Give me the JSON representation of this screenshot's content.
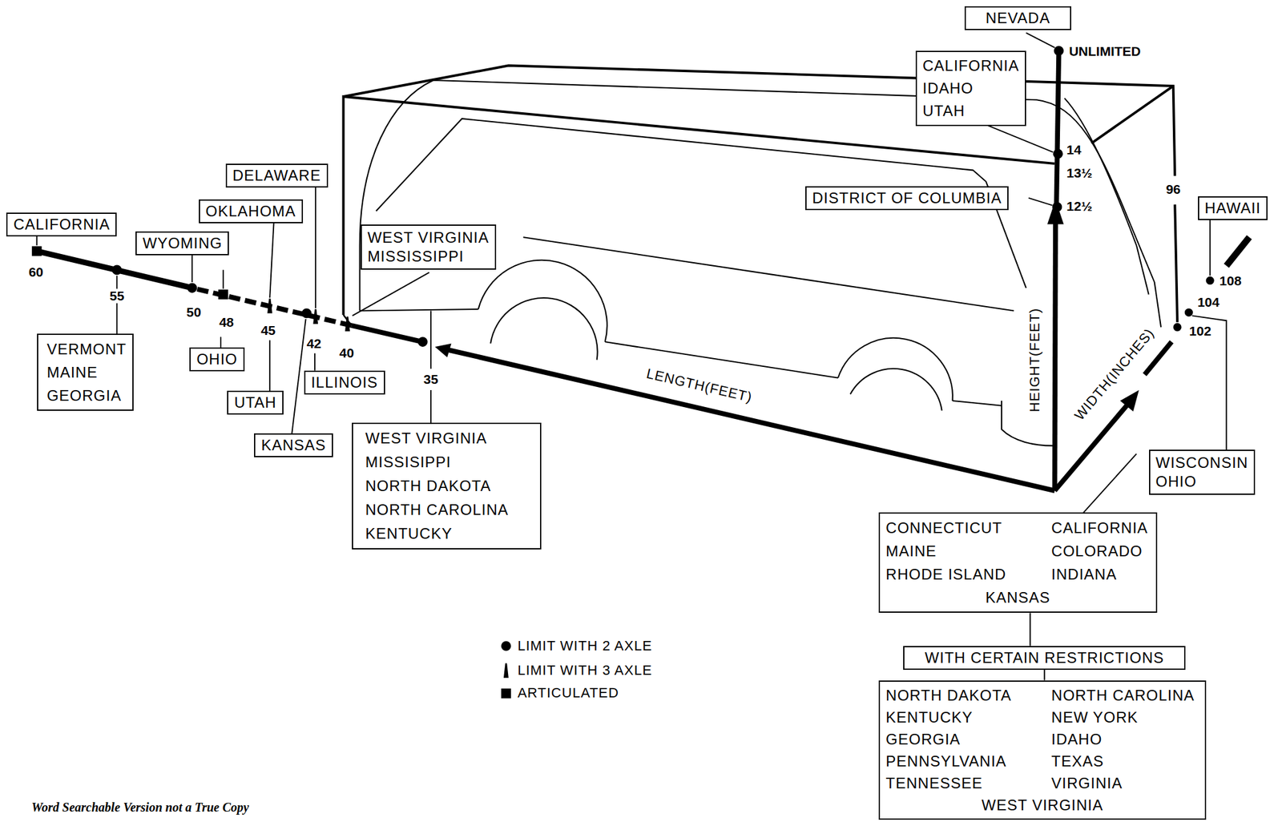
{
  "diagram": {
    "nodes": [
      {
        "text": [
          "CALIFORNIA"
        ]
      },
      {
        "text": [
          "VERMONT",
          "MAINE",
          "GEORGIA"
        ]
      },
      {
        "text": [
          "WYOMING"
        ]
      },
      {
        "text": [
          "OHIO"
        ]
      },
      {
        "text": [
          "OKLAHOMA"
        ]
      },
      {
        "text": [
          "UTAH"
        ]
      },
      {
        "text": [
          "DELAWARE"
        ]
      },
      {
        "text": [
          "KANSAS"
        ]
      },
      {
        "text": [
          "ILLINOIS"
        ]
      },
      {
        "text": [
          "WEST VIRGINIA",
          "MISSISSIPPI"
        ]
      },
      {
        "text": [
          "WEST VIRGINIA",
          "MISSISIPPI",
          "NORTH DAKOTA",
          "NORTH CAROLINA",
          "KENTUCKY"
        ]
      },
      {
        "text": [
          "NEVADA"
        ]
      },
      {
        "text": [
          "CALIFORNIA",
          "IDAHO",
          "UTAH"
        ]
      },
      {
        "text": [
          "DISTRICT OF COLUMBIA"
        ]
      },
      {
        "text": [
          "HAWAII"
        ]
      },
      {
        "text": [
          "WISCONSIN",
          "OHIO"
        ]
      },
      {
        "text": [
          "CONNECTICUT",
          "CALIFORNIA",
          "MAINE",
          "COLORADO",
          "RHODE ISLAND",
          "INDIANA",
          "KANSAS"
        ]
      },
      {
        "text": [
          "WITH CERTAIN RESTRICTIONS"
        ]
      },
      {
        "text": [
          "NORTH DAKOTA",
          "NORTH CAROLINA",
          "KENTUCKY",
          "NEW YORK",
          "GEORGIA",
          "IDAHO",
          "PENNSYLVANIA",
          "TEXAS",
          "TENNESSEE",
          "VIRGINIA",
          "WEST VIRGINIA"
        ]
      }
    ],
    "edges": [
      {
        "from": 16,
        "to": 17,
        "arrow": "none"
      },
      {
        "from": 17,
        "to": 18,
        "arrow": "none"
      }
    ],
    "labels": [
      "60",
      "55",
      "50",
      "48",
      "45",
      "42",
      "40",
      "35",
      "LENGTH(FEET)",
      "UNLIMITED",
      "14",
      "13½",
      "12½",
      "HEIGHT(FEET)",
      "96",
      "108",
      "104",
      "102",
      "WIDTH(INCHES)",
      "Word Searchable Version not a True Copy"
    ],
    "legend": [
      {
        "text": "LIMIT WITH 2 AXLE"
      },
      {
        "text": "LIMIT WITH 3 AXLE"
      },
      {
        "text": "ARTICULATED"
      }
    ]
  }
}
